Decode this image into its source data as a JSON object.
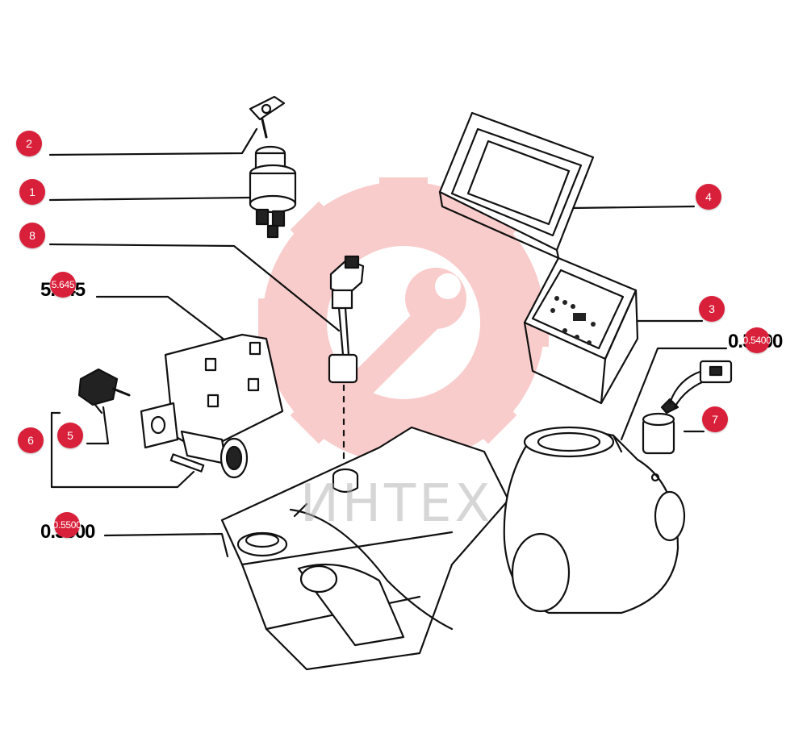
{
  "colors": {
    "callout": "#d9203a",
    "watermark": "#f5a3a3",
    "line": "#111111"
  },
  "watermark": {
    "text": "ИНТЕХ"
  },
  "codes": [
    {
      "id": "code-top-left",
      "text": "5.645"
    },
    {
      "id": "code-right",
      "text": "0.5400"
    },
    {
      "id": "code-bottom-left",
      "text": "0.5500"
    }
  ],
  "callouts": [
    {
      "label": "2"
    },
    {
      "label": "1"
    },
    {
      "label": "8"
    },
    {
      "label": "5.645"
    },
    {
      "label": "6"
    },
    {
      "label": "5"
    },
    {
      "label": "0.5500"
    },
    {
      "label": "4"
    },
    {
      "label": "3"
    },
    {
      "label": "0.5400"
    },
    {
      "label": "7"
    }
  ]
}
